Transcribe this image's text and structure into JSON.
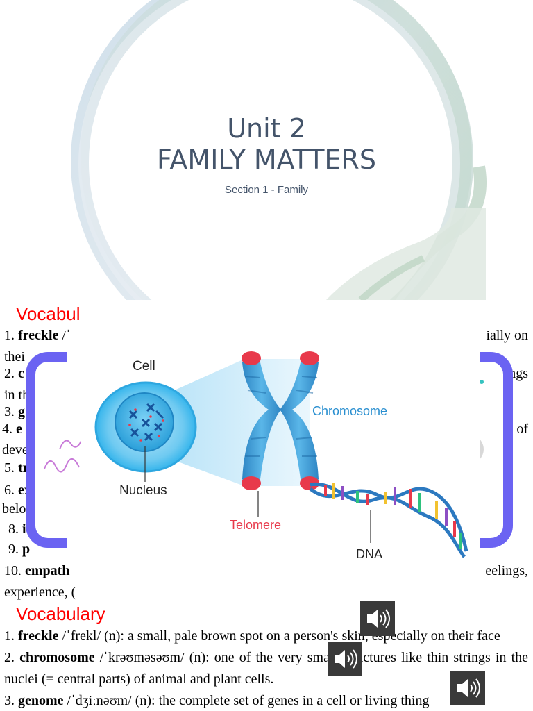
{
  "title_slide": {
    "title": "Unit 2",
    "subtitle": "FAMILY MATTERS",
    "section": "Section 1 - Family"
  },
  "vocab_slide_1": {
    "heading": "Vocabulary",
    "partial_lines": {
      "l1_left_num": "1.",
      "l1_left_term": "freckle",
      "l1_left_rest": "/ˈ",
      "l1_right": "ially on",
      "l2_left": "thei",
      "l3_left_num": "2.",
      "l3_left_term": "c",
      "l3_right": "ngs",
      "l4_left": "in th",
      "l5_left_num": "3.",
      "l5_left_term": "g",
      "l6_left_num": "4.",
      "l6_left_term": "e",
      "l6_right": "of",
      "l7_left": "deve",
      "l8_left_num": "5.",
      "l8_left_term": "tr",
      "l9_left_num": "6.",
      "l9_left_term": "ex",
      "l10_left": "belo",
      "l11_left_num": "8.",
      "l11_left_term": "i",
      "l12_left_num": "9.",
      "l12_left_term": "p",
      "l13_left_num": "10.",
      "l13_left_term": "empath",
      "l13_right": "eelings,",
      "l14_left": "experience, ("
    },
    "diagram": {
      "cell_label": "Cell",
      "nucleus_label": "Nucleus",
      "chromosome_label": "Chromosome",
      "telomere_label": "Telomere",
      "dna_label": "DNA",
      "colors": {
        "cell": "#35b5ec",
        "chromosome": "#3d9bd8",
        "telomere": "#e8394b",
        "accent_label": "#2a8fd0"
      }
    }
  },
  "vocab_slide_2": {
    "heading": "Vocabulary",
    "entries": [
      {
        "num": "1.",
        "term": "freckle",
        "definition": "/ˈfrekl/ (n): a small, pale brown spot on a person's skin, especially on their face"
      },
      {
        "num": "2.",
        "term": "chromosome",
        "definition": "/ˈkrəʊməsəʊm/ (n): one of the very small structures like thin strings in the nuclei (= central parts) of animal and plant cells."
      },
      {
        "num": "3.",
        "term": "genome",
        "definition": "/ˈdʒiːnəʊm/ (n): the complete set of genes in a cell or living thing"
      }
    ]
  },
  "audio_buttons": {
    "icon": "speaker-icon",
    "count": 3
  }
}
